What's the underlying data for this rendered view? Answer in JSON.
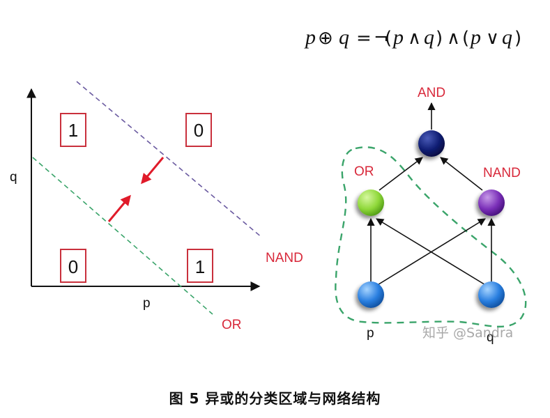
{
  "formula": {
    "p": "p",
    "xor": "⊕",
    "q": "q",
    "eq": "=",
    "neg": "¬",
    "lp1": "(",
    "p2": "p",
    "and1": "∧",
    "q2": "q",
    "rp1": ")",
    "and2": "∧",
    "lp2": "(",
    "p3": "p",
    "or": "∨",
    "q3": "q",
    "rp2": ")"
  },
  "plot": {
    "x_axis_label": "p",
    "y_axis_label": "q",
    "cells": {
      "top_left": "1",
      "top_right": "0",
      "bottom_left": "0",
      "bottom_right": "1"
    },
    "nand_line_label": "NAND",
    "or_line_label": "OR"
  },
  "network": {
    "output_label": "AND",
    "hidden_left_label": "OR",
    "hidden_right_label": "NAND",
    "input_left_label": "p",
    "input_right_label": "q"
  },
  "watermark": "知乎 @Sandra",
  "caption": "图 5  异或的分类区域与网络结构",
  "colors": {
    "red": "#d8283a",
    "nand_line": "#6a5aa0",
    "or_line": "#3aa46a",
    "node_and": "#0d1a6e",
    "node_or": "#8fd83a",
    "node_nand": "#7a2fb8",
    "node_input": "#2a7fe0"
  }
}
